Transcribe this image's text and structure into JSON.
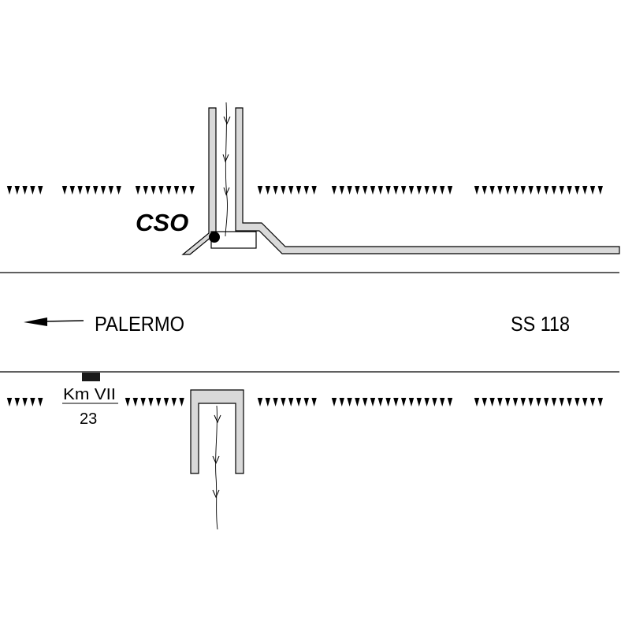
{
  "labels": {
    "cso": "CSO",
    "direction": "PALERMO",
    "road": "SS 118",
    "milestone_top": "Km VII",
    "milestone_bottom": "23"
  },
  "colors": {
    "channel_fill": "#d9d9d9",
    "ink": "#000000",
    "background": "#ffffff"
  },
  "icons": {
    "direction_arrow": "arrow-left-icon",
    "flow_arrows": "chevron-down-icon",
    "cso_point": "filled-circle-icon",
    "milestone_marker": "black-rectangle-icon",
    "embankment": "slope-tick-marks"
  }
}
